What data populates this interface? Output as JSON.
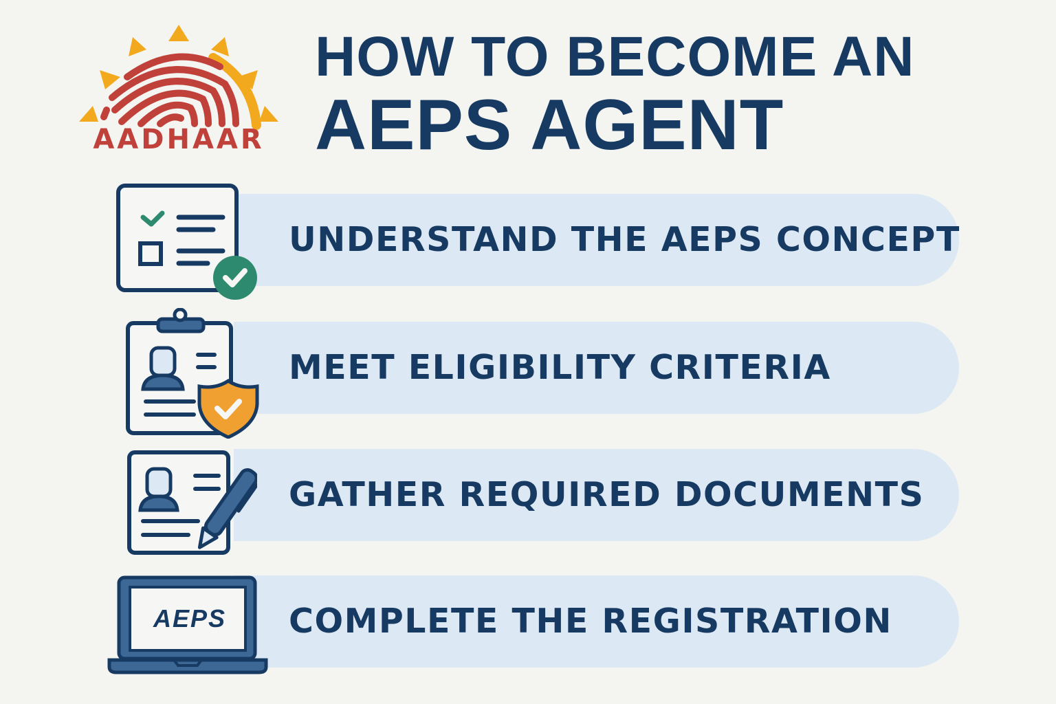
{
  "logo": {
    "text": "AADHAAR",
    "colors": {
      "fingerprint": "#c0413a",
      "sun_rays": "#f2a91e"
    }
  },
  "title": {
    "line1": "HOW TO BECOME AN",
    "line2": "AEPS AGENT"
  },
  "steps": [
    {
      "label": "UNDERSTAND THE AEPS CONCEPT",
      "icon": "checklist-icon"
    },
    {
      "label": "MEET ELIGIBILITY CRITERIA",
      "icon": "clipboard-shield-icon"
    },
    {
      "label": "GATHER REQUIRED DOCUMENTS",
      "icon": "document-pen-icon"
    },
    {
      "label": "COMPLETE THE REGISTRATION",
      "icon": "laptop-icon"
    }
  ],
  "laptop_screen_text": "AEPS",
  "colors": {
    "background": "#f4f4f1",
    "pill": "#dce8f3",
    "navy": "#173a63",
    "accent_blue": "#3d6896",
    "green": "#2e8a6e",
    "orange": "#f0a030"
  }
}
